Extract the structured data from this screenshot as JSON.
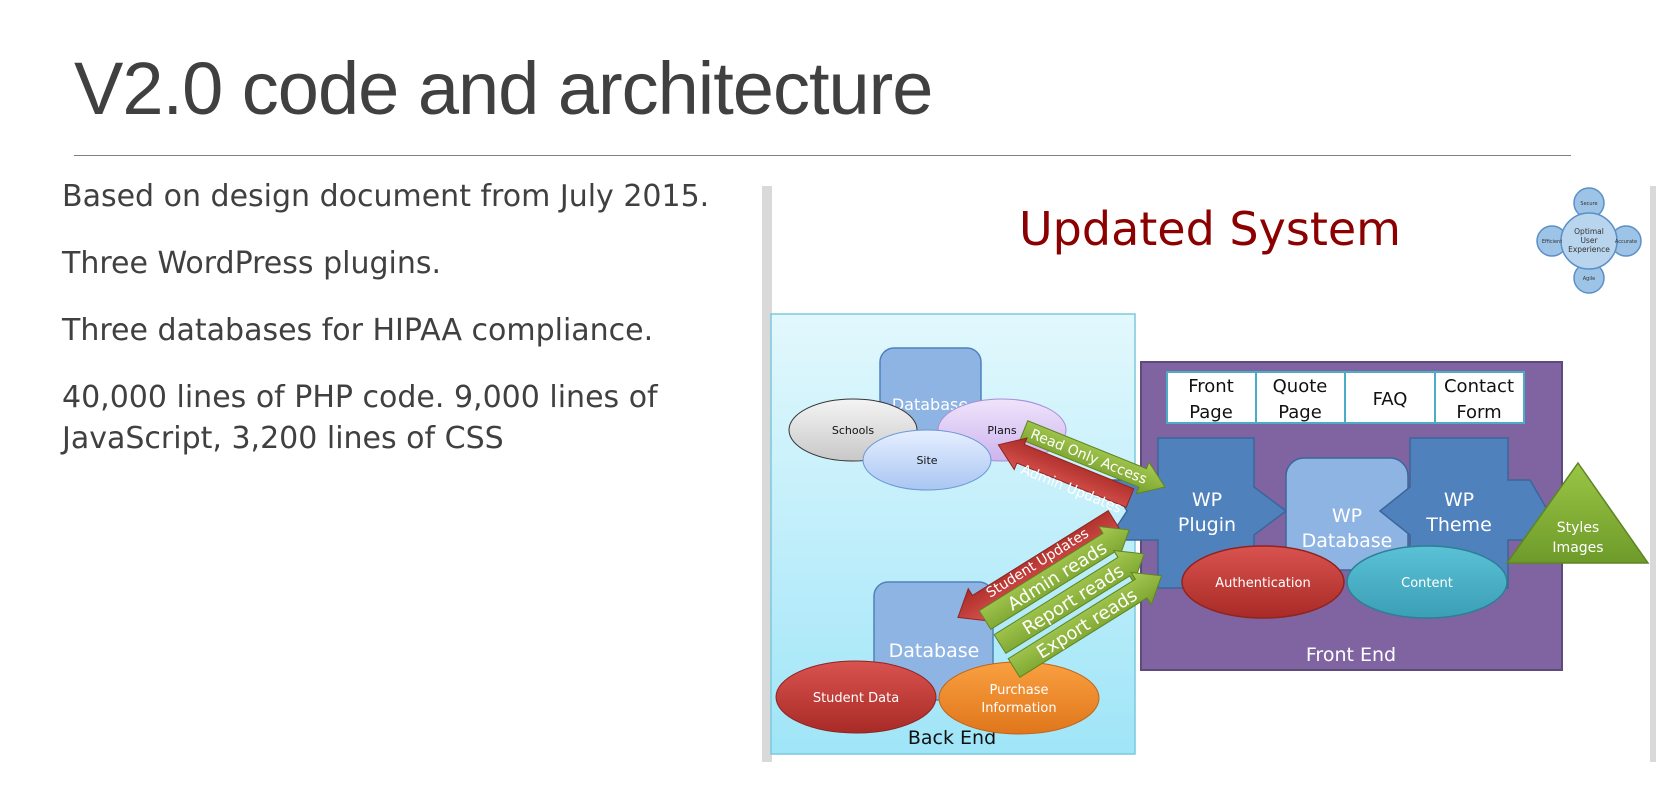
{
  "slide": {
    "title": "V2.0 code and architecture",
    "bullets": [
      "Based on design document from July 2015.",
      "Three WordPress plugins.",
      "Three databases for HIPAA compliance.",
      "40,000 lines of PHP code. 9,000 lines of JavaScript, 3,200 lines of CSS"
    ]
  },
  "diagram": {
    "title": "Updated System",
    "badge": {
      "center": [
        "Optimal",
        "User",
        "Experience"
      ],
      "top": "Secure",
      "bottom": "Agile",
      "left": "Efficient",
      "right": "Accurate"
    },
    "back_end": {
      "label": "Back End",
      "top_db": "Database",
      "schools": "Schools",
      "plans": "Plans",
      "site": "Site",
      "bottom_db": "Database",
      "student_data": "Student Data",
      "purchase": [
        "Purchase",
        "Information"
      ]
    },
    "front_end": {
      "label": "Front End",
      "pages": [
        [
          "Front",
          "Page"
        ],
        [
          "Quote",
          "Page"
        ],
        [
          "FAQ"
        ],
        [
          "Contact",
          "Form"
        ]
      ],
      "plugin": [
        "WP",
        "Plugin"
      ],
      "database": [
        "WP",
        "Database"
      ],
      "theme": [
        "WP",
        "Theme"
      ],
      "authentication": "Authentication",
      "content": "Content",
      "styles": [
        "Styles",
        "Images"
      ]
    },
    "arrows": {
      "read_only": "Read Only Access",
      "admin_updates": "Admin Updates",
      "student_updates": "Student Updates",
      "admin_reads": "Admin reads",
      "report_reads": "Report reads",
      "export_reads": "Export reads"
    },
    "colors": {
      "title": "#8b0000",
      "back_end_bg": "#b3ecfa",
      "front_end_bg": "#8064a2",
      "wp_blue": "#4f81bd",
      "red_arrow": "#c0392b",
      "green_arrow": "#8fb43a",
      "orange": "#f28c28",
      "teal": "#4bacc6"
    }
  }
}
